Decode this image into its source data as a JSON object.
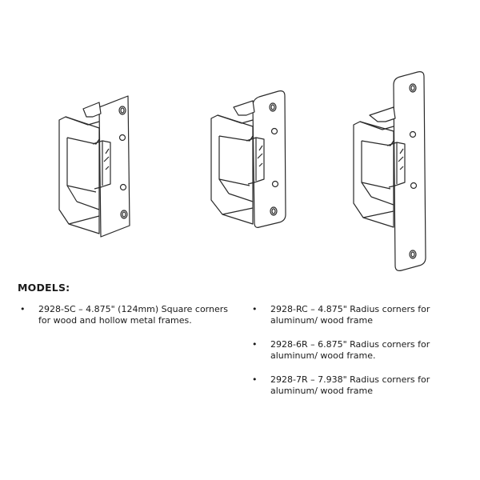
{
  "drawings": [
    {
      "name": "strike-2928-sc",
      "label": "2928-SC strike illustration"
    },
    {
      "name": "strike-2928-rc",
      "label": "2928-RC strike illustration"
    },
    {
      "name": "strike-2928-7r",
      "label": "2928-7R strike illustration"
    }
  ],
  "models": {
    "heading": "MODELS:",
    "bullet_glyph": "•",
    "left_items": [
      {
        "text": "2928-SC – 4.875\" (124mm) Square corners for wood and hollow metal frames."
      }
    ],
    "right_items": [
      {
        "text": "2928-RC – 4.875\" Radius corners for aluminum/ wood frame"
      },
      {
        "text": "2928-6R – 6.875\" Radius corners for aluminum/ wood frame."
      },
      {
        "text": "2928-7R – 7.938\" Radius corners for aluminum/ wood frame"
      }
    ]
  },
  "colors": {
    "line": "#2a2a2a",
    "background": "#ffffff"
  }
}
